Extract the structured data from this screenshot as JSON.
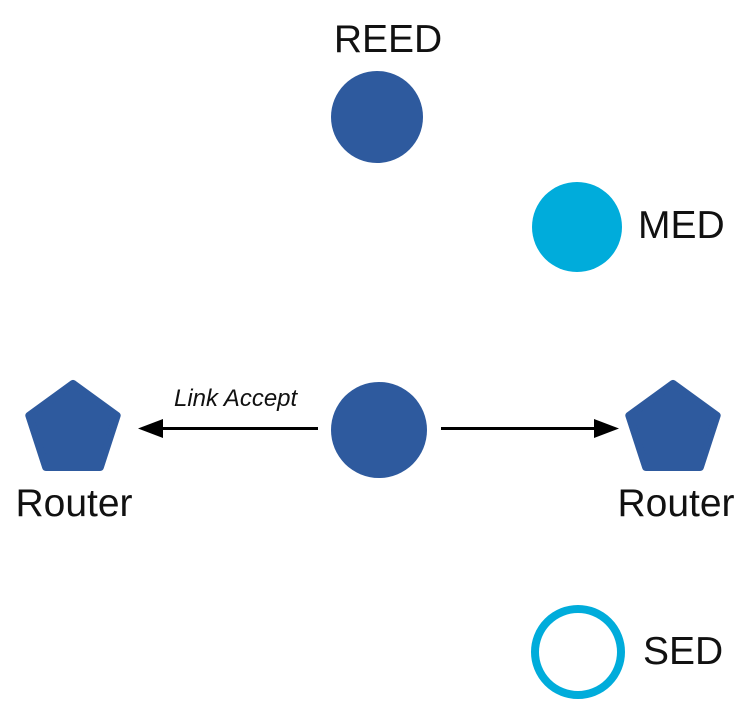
{
  "diagram": {
    "nodes": {
      "reed": {
        "label": "REED",
        "shape": "circle",
        "fill": "#2E5A9E"
      },
      "med": {
        "label": "MED",
        "shape": "circle",
        "fill": "#00ACDB"
      },
      "center": {
        "shape": "circle",
        "fill": "#2E5A9E"
      },
      "router_left": {
        "label": "Router",
        "shape": "pentagon",
        "fill": "#2E5A9E"
      },
      "router_right": {
        "label": "Router",
        "shape": "pentagon",
        "fill": "#2E5A9E"
      },
      "sed": {
        "label": "SED",
        "shape": "circle-outline",
        "stroke": "#00ACDB"
      }
    },
    "edges": {
      "left": {
        "label": "Link Accept",
        "from": "center",
        "to": "router_left",
        "arrow": "filled-triangle"
      },
      "right": {
        "label": "",
        "from": "center",
        "to": "router_right",
        "arrow": "filled-triangle"
      }
    },
    "colors": {
      "blue": "#2E5A9E",
      "cyan": "#00ACDB",
      "arrow": "#000000",
      "text": "#111111",
      "background": "#ffffff"
    }
  }
}
